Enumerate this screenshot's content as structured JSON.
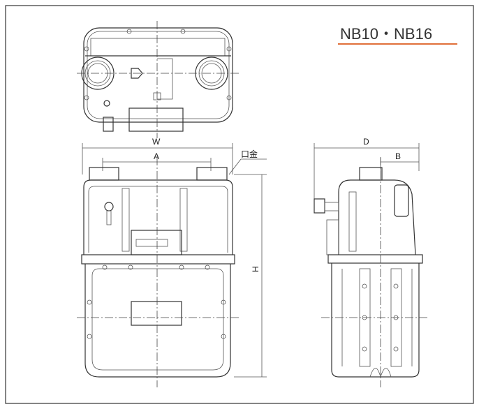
{
  "title": "NB10・NB16",
  "colors": {
    "accent": "#e0703a",
    "line": "#333333"
  },
  "labels": {
    "W": "W",
    "A": "A",
    "fitting": "口金",
    "D": "D",
    "B": "B",
    "H": "H"
  }
}
